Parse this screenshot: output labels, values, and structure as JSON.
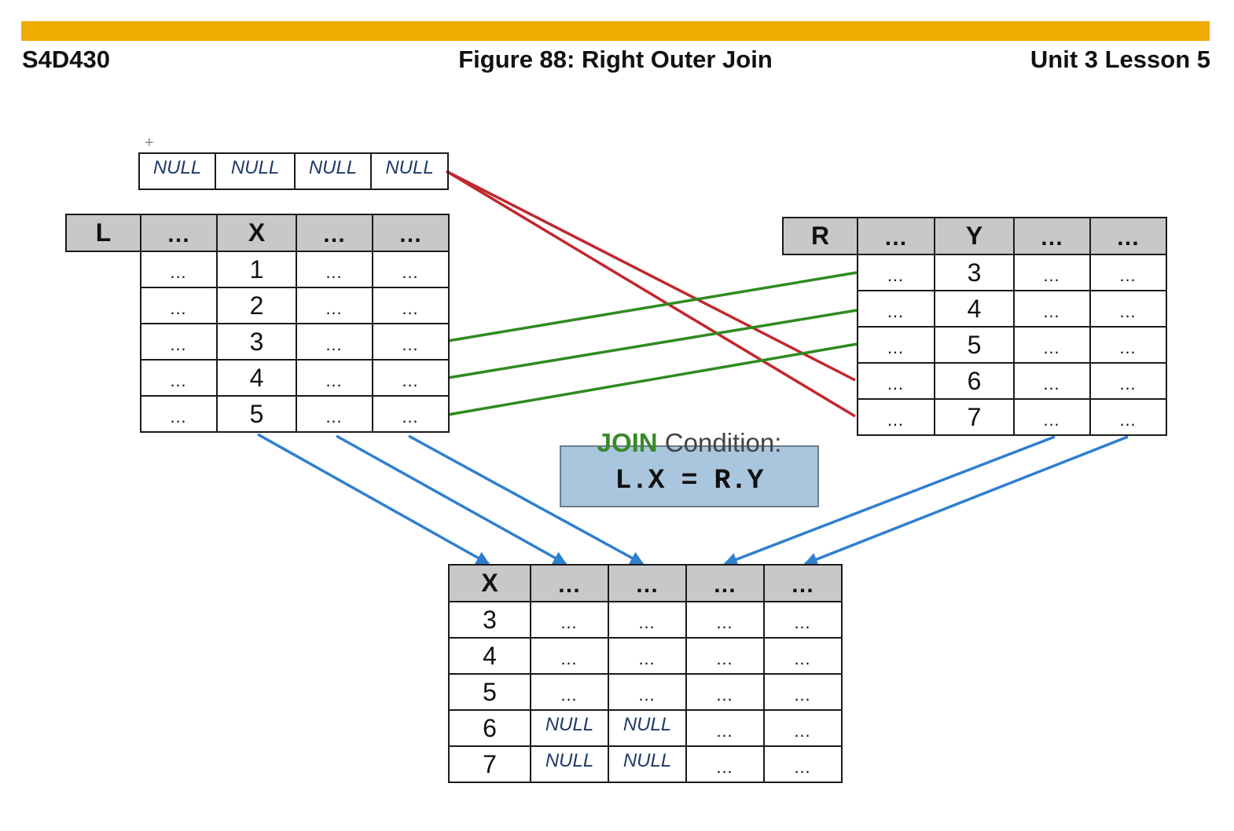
{
  "header": {
    "course": "S4D430",
    "figure_title": "Figure 88: Right Outer Join",
    "unit_lesson": "Unit 3 Lesson 5"
  },
  "colors": {
    "accent_bar": "#f0ab00",
    "match_line": "#2f8a1f",
    "null_line": "#c0282d",
    "result_arrow": "#2f7fcf",
    "header_cell": "#c8c8c8",
    "condition_box": "#a9c6de"
  },
  "null_row": {
    "cells": [
      "NULL",
      "NULL",
      "NULL",
      "NULL"
    ]
  },
  "left_table": {
    "name": "L",
    "headers": [
      "…",
      "X",
      "…",
      "…"
    ],
    "rows": [
      [
        "…",
        "1",
        "…",
        "…"
      ],
      [
        "…",
        "2",
        "…",
        "…"
      ],
      [
        "…",
        "3",
        "…",
        "…"
      ],
      [
        "…",
        "4",
        "…",
        "…"
      ],
      [
        "…",
        "5",
        "…",
        "…"
      ]
    ]
  },
  "right_table": {
    "name": "R",
    "headers": [
      "…",
      "Y",
      "…",
      "…"
    ],
    "rows": [
      [
        "…",
        "3",
        "…",
        "…"
      ],
      [
        "…",
        "4",
        "…",
        "…"
      ],
      [
        "…",
        "5",
        "…",
        "…"
      ],
      [
        "…",
        "6",
        "…",
        "…"
      ],
      [
        "…",
        "7",
        "…",
        "…"
      ]
    ]
  },
  "join_condition": {
    "keyword": "JOIN",
    "label": "Condition:",
    "expression": "L.X = R.Y"
  },
  "result_table": {
    "headers": [
      "X",
      "…",
      "…",
      "…",
      "…"
    ],
    "rows": [
      [
        "3",
        "…",
        "…",
        "…",
        "…"
      ],
      [
        "4",
        "…",
        "…",
        "…",
        "…"
      ],
      [
        "5",
        "…",
        "…",
        "…",
        "…"
      ],
      [
        "6",
        "NULL",
        "NULL",
        "…",
        "…"
      ],
      [
        "7",
        "NULL",
        "NULL",
        "…",
        "…"
      ]
    ]
  }
}
